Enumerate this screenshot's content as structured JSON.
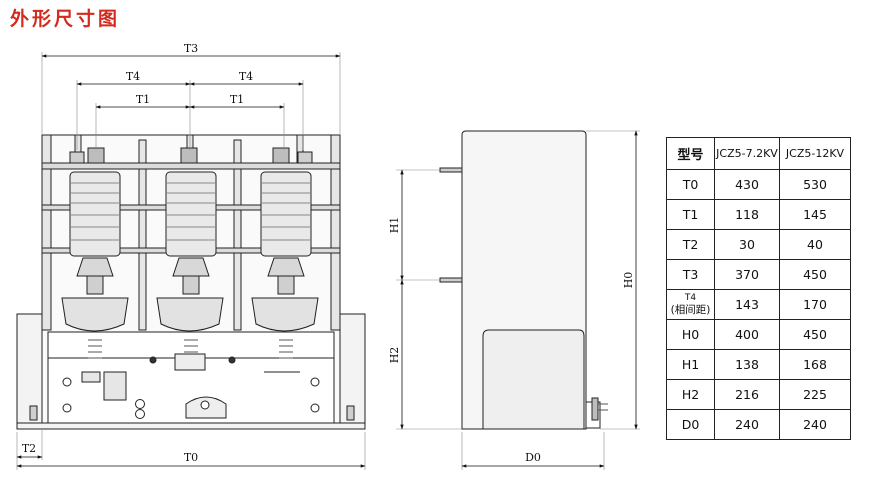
{
  "title": "外形尺寸图",
  "dims": {
    "T3": "T3",
    "T4a": "T4",
    "T4b": "T4",
    "T1a": "T1",
    "T1b": "T1",
    "T2": "T2",
    "T0": "T0",
    "H1": "H1",
    "H2": "H2",
    "H0": "H0",
    "D0": "D0"
  },
  "table": {
    "headers": [
      "型号",
      "JCZ5-7.2KV",
      "JCZ5-12KV"
    ],
    "rows": [
      {
        "param": "T0",
        "v1": "430",
        "v2": "530"
      },
      {
        "param": "T1",
        "v1": "118",
        "v2": "145"
      },
      {
        "param": "T2",
        "v1": "30",
        "v2": "40"
      },
      {
        "param": "T3",
        "v1": "370",
        "v2": "450"
      },
      {
        "param": "T4",
        "param_note": "(相间距)",
        "v1": "143",
        "v2": "170"
      },
      {
        "param": "H0",
        "v1": "400",
        "v2": "450"
      },
      {
        "param": "H1",
        "v1": "138",
        "v2": "168"
      },
      {
        "param": "H2",
        "v1": "216",
        "v2": "225"
      },
      {
        "param": "D0",
        "v1": "240",
        "v2": "240"
      }
    ]
  }
}
